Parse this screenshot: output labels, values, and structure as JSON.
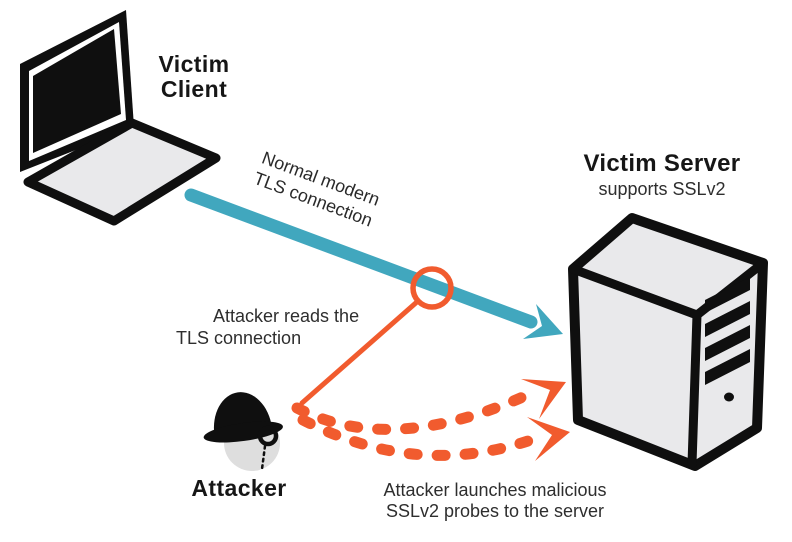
{
  "colors": {
    "teal": "#41A7BE",
    "orange": "#F15B2E",
    "ink": "#0f0f0f",
    "panel_gray": "#E9E9EB",
    "face_gray": "#DEDEDE",
    "none": "none"
  },
  "nodes": {
    "victim_client": {
      "icon": "laptop-icon",
      "label_lines": [
        "Victim",
        "Client"
      ]
    },
    "victim_server": {
      "icon": "server-icon",
      "title": "Victim Server",
      "subtitle": "supports SSLv2"
    },
    "attacker": {
      "icon": "attacker-icon",
      "label": "Attacker"
    }
  },
  "annotations": {
    "tls_connection": {
      "lines": [
        "Normal modern",
        "TLS connection"
      ]
    },
    "attacker_reads": {
      "lines": [
        "Attacker reads the",
        "TLS connection"
      ]
    },
    "attacker_probes": {
      "lines": [
        "Attacker launches malicious",
        "SSLv2 probes to the server"
      ]
    }
  }
}
